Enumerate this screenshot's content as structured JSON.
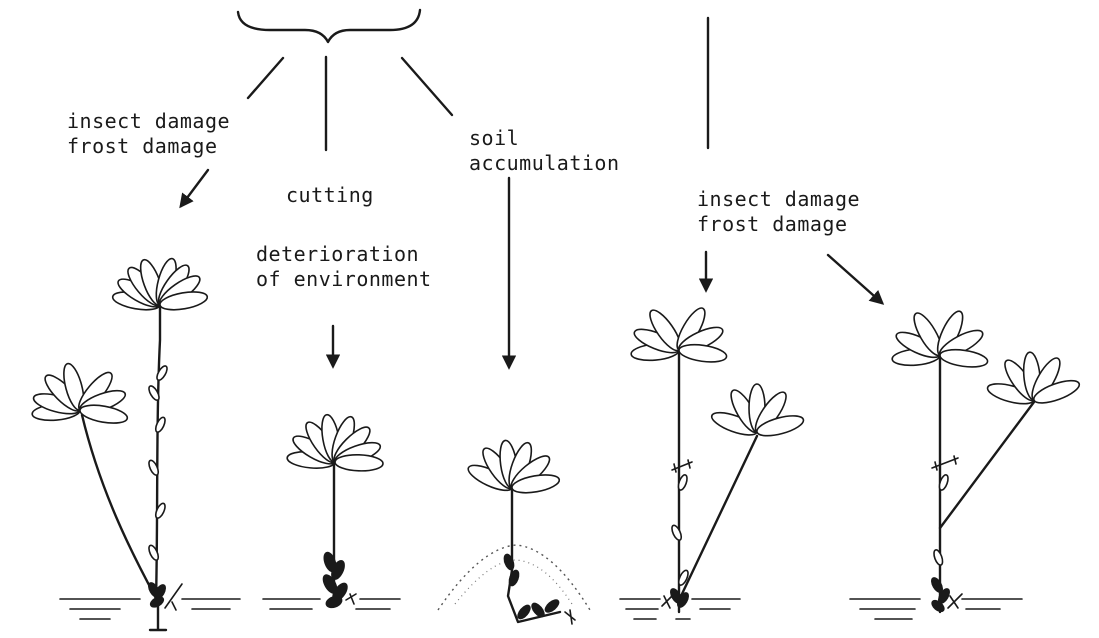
{
  "labels": {
    "left_causes": [
      "insect damage",
      "frost damage"
    ],
    "cutting": "cutting",
    "deterioration": [
      "deterioration",
      "of environment"
    ],
    "soil": [
      "soil",
      "accumulation"
    ],
    "right_causes": [
      "insect damage",
      "frost damage"
    ]
  },
  "colors": {
    "ink": "#1a1a1a",
    "paper": "#ffffff"
  }
}
